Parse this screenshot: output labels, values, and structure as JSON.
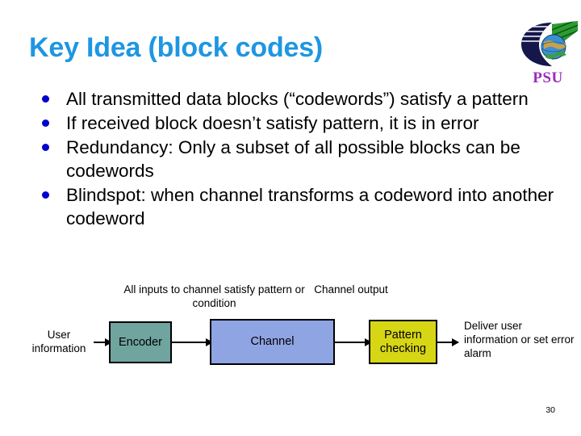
{
  "slide": {
    "title": "Key Idea (block codes)",
    "title_color": "#1E96E2",
    "page_number": "30",
    "bullet_color": "#0000CC"
  },
  "logo": {
    "wordmark": "PSU",
    "wordmark_color": "#9B2BC0",
    "crescent_color": "#15174A",
    "ray_color": "#2E9B32",
    "globe_ocean_color": "#3B8FD4",
    "globe_land_color": "#C8A24A"
  },
  "bullets": [
    {
      "text": "All transmitted data blocks (“codewords”) satisfy a pattern"
    },
    {
      "text": "If received block doesn’t satisfy pattern, it is in error"
    },
    {
      "text": "Redundancy:  Only a subset of all possible blocks can be codewords"
    },
    {
      "text": "Blindspot:  when channel transforms a codeword into another codeword"
    }
  ],
  "diagram": {
    "labels": {
      "user_information": "User information",
      "inputs_to_channel": "All inputs to channel satisfy pattern or condition",
      "channel_output": "Channel output",
      "deliver": "Deliver user information or set error alarm"
    },
    "boxes": [
      {
        "name": "encoder",
        "label": "Encoder",
        "fill": "#6FA49F"
      },
      {
        "name": "channel",
        "label": "Channel",
        "fill": "#8FA4E3"
      },
      {
        "name": "pattern",
        "label": "Pattern checking",
        "fill": "#D7D615"
      }
    ]
  }
}
